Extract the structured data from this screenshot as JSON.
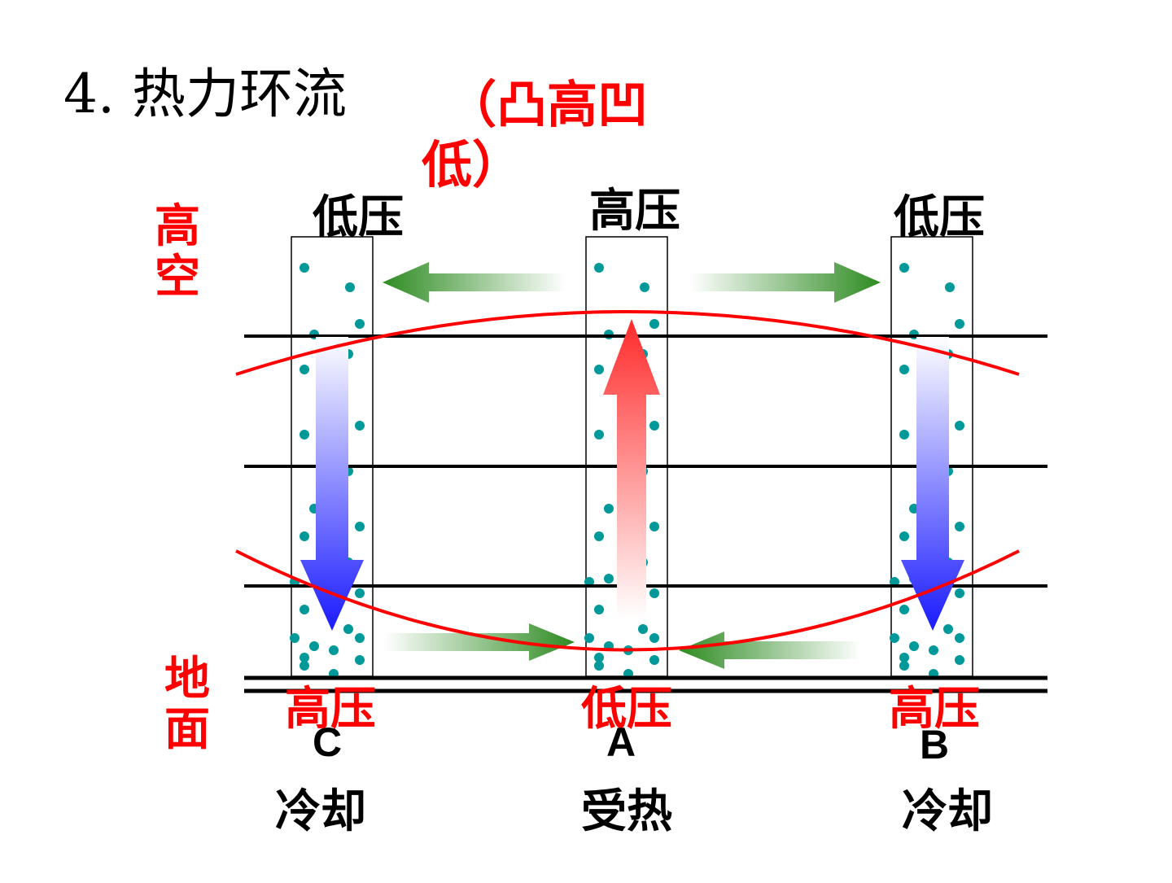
{
  "title": "4. 热力环流",
  "note": {
    "line1": "（凸高凹",
    "line2": "低）"
  },
  "side_labels": {
    "upper": "高空",
    "ground": "地面"
  },
  "upper_pressure": {
    "left": "低压",
    "center": "高压",
    "right": "低压"
  },
  "surface_pressure": {
    "left": "高压",
    "center": "低压",
    "right": "高压"
  },
  "locations": {
    "left": {
      "letter": "C",
      "state": "冷却"
    },
    "center": {
      "letter": "A",
      "state": "受热"
    },
    "right": {
      "letter": "B",
      "state": "冷却"
    }
  },
  "colors": {
    "isobar": "#ff0000",
    "text_red": "#ff0000",
    "dots": "#009999",
    "horizontal_flow": "#2e8b22",
    "descending": "#1a1aff",
    "ascending": "#ff2a2a"
  }
}
